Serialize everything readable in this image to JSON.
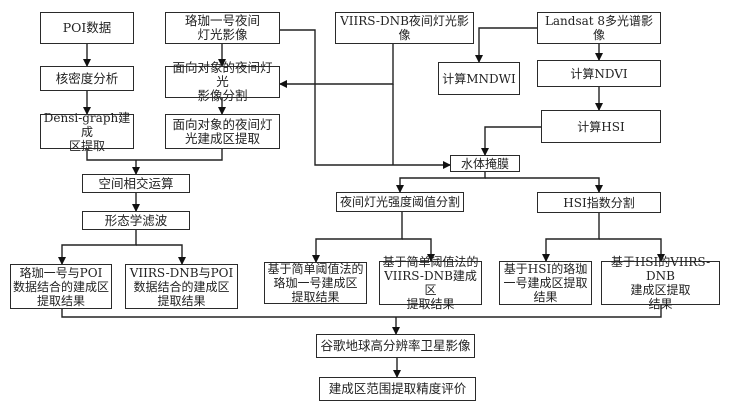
{
  "diagram": {
    "nodes": {
      "poi_data": "POI数据",
      "kernel_density": "核密度分析",
      "densi_graph": "Densi-graph建成\n区提取",
      "luojia_image": "珞珈一号夜间\n灯光影像",
      "obj_segmentation": "面向对象的夜间灯光\n影像分割",
      "obj_extraction": "面向对象的夜间灯\n光建成区提取",
      "viirs_image": "VIIRS-DNB夜间灯光影像",
      "landsat_image": "Landsat 8多光谱影像",
      "calc_mndwi": "计算MNDWI",
      "calc_ndvi": "计算NDVI",
      "calc_hsi": "计算HSI",
      "water_mask": "水体掩膜",
      "spatial_intersect": "空间相交运算",
      "morph_filter": "形态学滤波",
      "ntl_threshold_seg": "夜间灯光强度阈值分割",
      "hsi_index_seg": "HSI指数分割",
      "result_luojia_poi": "珞珈一号与POI\n数据结合的建成区\n提取结果",
      "result_viirs_poi": "VIIRS-DNB与POI\n数据结合的建成区\n提取结果",
      "result_threshold_luojia": "基于简单阈值法的\n珞珈一号建成区\n提取结果",
      "result_threshold_viirs": "基于简单阈值法的\nVIIRS-DNB建成区\n提取结果",
      "result_hsi_luojia": "基于HSI的珞珈\n一号建成区提取\n结果",
      "result_hsi_viirs": "基于HSI的VIIRS-DNB\n建成区提取\n结果",
      "google_earth": "谷歌地球高分辨率卫星影像",
      "accuracy_eval": "建成区范围提取精度评价"
    },
    "edges": [
      [
        "poi_data",
        "kernel_density"
      ],
      [
        "kernel_density",
        "densi_graph"
      ],
      [
        "luojia_image",
        "obj_segmentation"
      ],
      [
        "viirs_image",
        "obj_segmentation"
      ],
      [
        "obj_segmentation",
        "obj_extraction"
      ],
      [
        "densi_graph",
        "spatial_intersect"
      ],
      [
        "obj_extraction",
        "spatial_intersect"
      ],
      [
        "spatial_intersect",
        "morph_filter"
      ],
      [
        "morph_filter",
        "result_luojia_poi"
      ],
      [
        "morph_filter",
        "result_viirs_poi"
      ],
      [
        "landsat_image",
        "calc_mndwi"
      ],
      [
        "landsat_image",
        "calc_ndvi"
      ],
      [
        "calc_ndvi",
        "calc_hsi"
      ],
      [
        "calc_hsi",
        "water_mask"
      ],
      [
        "luojia_image",
        "water_mask"
      ],
      [
        "viirs_image",
        "water_mask"
      ],
      [
        "water_mask",
        "ntl_threshold_seg"
      ],
      [
        "water_mask",
        "hsi_index_seg"
      ],
      [
        "ntl_threshold_seg",
        "result_threshold_luojia"
      ],
      [
        "ntl_threshold_seg",
        "result_threshold_viirs"
      ],
      [
        "hsi_index_seg",
        "result_hsi_luojia"
      ],
      [
        "hsi_index_seg",
        "result_hsi_viirs"
      ],
      [
        "result_luojia_poi",
        "google_earth"
      ],
      [
        "result_hsi_viirs",
        "google_earth"
      ],
      [
        "google_earth",
        "accuracy_eval"
      ]
    ]
  }
}
